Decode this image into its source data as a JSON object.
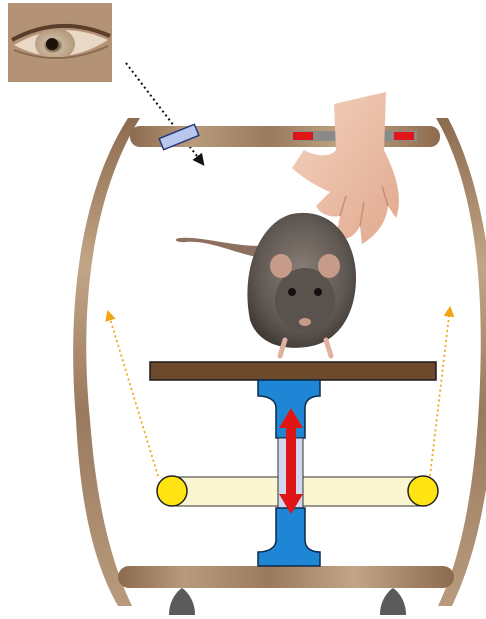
{
  "scene": {
    "kind": "experimental apparatus schematic",
    "elements": [
      {
        "name": "observer-eye-photo",
        "icon": "eye-photo"
      },
      {
        "name": "gaze-arrow",
        "style": "dotted",
        "color": "#111111"
      },
      {
        "name": "camera-window",
        "color": "#b7c7ee"
      },
      {
        "name": "top-bar-red-markers",
        "color": "#e01515"
      },
      {
        "name": "hand-photo",
        "icon": "human-hand"
      },
      {
        "name": "rat-photo",
        "icon": "rat"
      },
      {
        "name": "platform-top",
        "color": "#6e4a2c"
      },
      {
        "name": "piston-column",
        "color": "#1f86d6"
      },
      {
        "name": "vertical-motion-arrow",
        "color": "#e01515",
        "direction": "up-down"
      },
      {
        "name": "horizontal-axle",
        "color": "#fbf6d2"
      },
      {
        "name": "yellow-pivots",
        "color": "#ffe313"
      },
      {
        "name": "orange-dotted-arrows",
        "color": "#f2a413"
      },
      {
        "name": "wooden-frame",
        "color": "#a9876a"
      },
      {
        "name": "feet",
        "color": "#5a5a5a"
      }
    ]
  },
  "colors": {
    "wood": "#a9876a",
    "woodDark": "#7a5a40",
    "platform": "#6e4a2c",
    "piston": "#1f86d6",
    "arrow": "#e01515",
    "pivot": "#ffe313",
    "axle": "#fbf6d2",
    "guide": "#f2a413"
  }
}
